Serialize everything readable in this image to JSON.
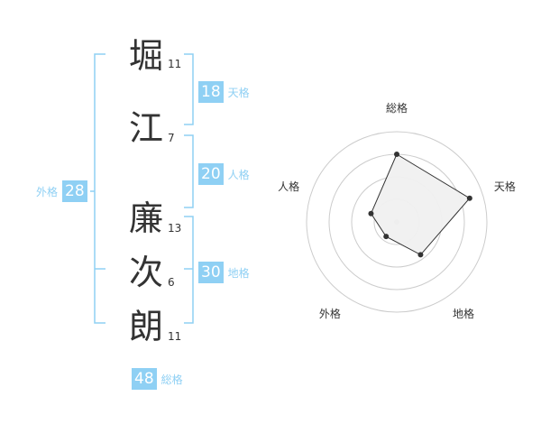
{
  "name_chars": [
    {
      "char": "堀",
      "strokes": "11"
    },
    {
      "char": "江",
      "strokes": "7"
    },
    {
      "char": "廉",
      "strokes": "13"
    },
    {
      "char": "次",
      "strokes": "6"
    },
    {
      "char": "朗",
      "strokes": "11"
    }
  ],
  "kakusu": {
    "tenkaku": {
      "value": "18",
      "label": "天格"
    },
    "jinkaku": {
      "value": "20",
      "label": "人格"
    },
    "chikaku": {
      "value": "30",
      "label": "地格"
    },
    "gaikaku": {
      "value": "28",
      "label": "外格"
    },
    "soukaku": {
      "value": "48",
      "label": "総格"
    }
  },
  "colors": {
    "accent": "#8fd0f4",
    "text": "#333333",
    "ring": "#cccccc"
  },
  "chart_data": {
    "type": "radar",
    "axes": [
      "総格",
      "天格",
      "地格",
      "外格",
      "人格"
    ],
    "values": [
      0.75,
      0.85,
      0.45,
      0.2,
      0.3
    ],
    "rings": 4
  }
}
